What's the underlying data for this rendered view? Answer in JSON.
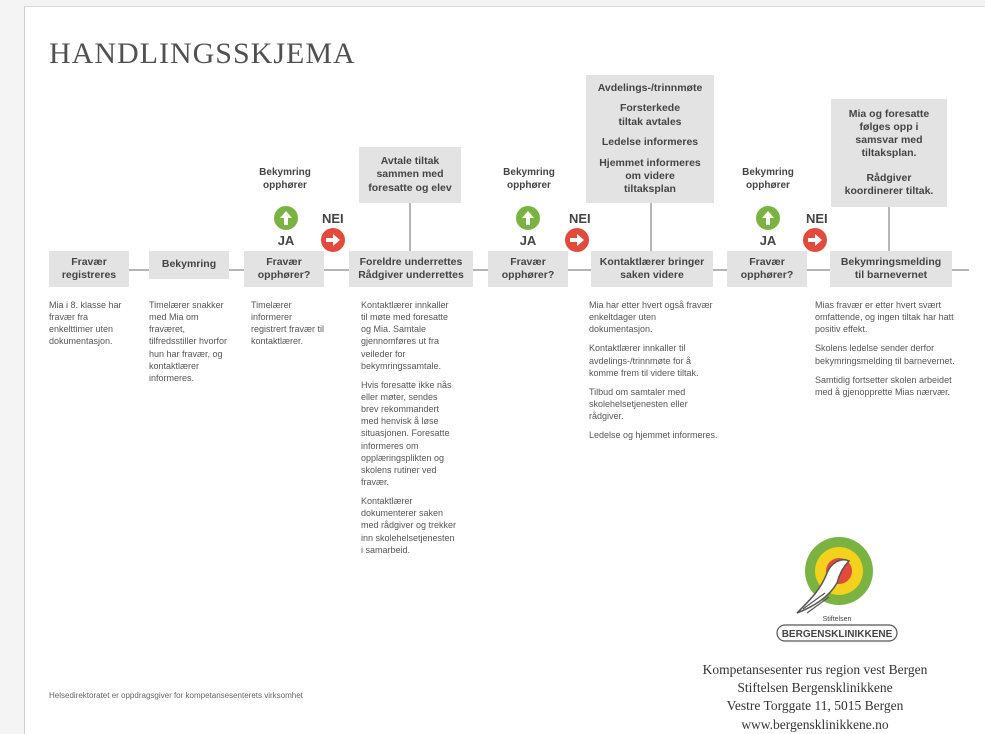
{
  "title": "HANDLINGSSKJEMA",
  "steps": {
    "s1": {
      "lines": [
        "Fravær",
        "registreres"
      ]
    },
    "s2": {
      "lines": [
        "Bekymring"
      ]
    },
    "s3": {
      "lines": [
        "Fravær",
        "opphører?"
      ]
    },
    "s4": {
      "lines": [
        "Foreldre underrettes",
        "Rådgiver underrettes"
      ]
    },
    "s5": {
      "lines": [
        "Fravær",
        "opphører?"
      ]
    },
    "s6": {
      "lines": [
        "Kontaktlærer bringer",
        "saken videre"
      ]
    },
    "s7": {
      "lines": [
        "Fravær",
        "opphører?"
      ]
    },
    "s8": {
      "lines": [
        "Bekymringsmelding",
        "til barnevernet"
      ]
    }
  },
  "upper": {
    "u4": {
      "lines": [
        "Avtale tiltak",
        "sammen med",
        "foresatte og elev"
      ]
    },
    "u6": {
      "lines": [
        "Avdelings-/trinnmøte",
        "Forsterkede",
        "tiltak avtales",
        "Ledelse informeres",
        "Hjemmet informeres",
        "om videre",
        "tiltaksplan"
      ]
    },
    "u8": {
      "lines": [
        "Mia og foresatte",
        "følges opp i",
        "samsvar med",
        "tiltaksplan.",
        "Rådgiver",
        "koordinerer tiltak."
      ]
    }
  },
  "branches": {
    "stop_label": [
      "Bekymring",
      "opphører"
    ],
    "yes": "JA",
    "no": "NEI"
  },
  "descriptions": {
    "d1": [
      "Mia i 8. klasse har fravær fra enkelttimer uten dokumentasjon."
    ],
    "d2": [
      "Timelærer snakker med Mia om fraværet, tilfredsstiller hvorfor hun har fravær, og kontaktlærer informeres."
    ],
    "d3": [
      "Timelærer informerer registrert fravær til kontaktlærer."
    ],
    "d4": [
      "Kontaktlærer innkaller til møte med foresatte og Mia. Samtale gjennomføres ut fra veileder for bekymringssamtale.",
      "Hvis foresatte ikke nås eller møter, sendes brev rekommandert med henvisk å løse situasjonen. Foresatte informeres om opplæringsplikten og skolens rutiner ved fravær.",
      "Kontaktlærer dokumenterer saken med rådgiver og trekker inn skolehelsetjenesten i samarbeid."
    ],
    "d6": [
      "Mia har etter hvert også fravær enkeltdager uten dokumentasjon.",
      "Kontaktlærer innkaller til avdelings-/trinnmøte for å komme frem til videre tiltak.",
      "Tilbud om samtaler med skolehelsetjenesten eller rådgiver.",
      "Ledelse og hjemmet informeres."
    ],
    "d8": [
      "Mias fravær er etter hvert svært omfattende, og ingen tiltak har hatt positiv effekt.",
      "Skolens ledelse sender derfor bekymringsmelding til barnevernet.",
      "Samtidig fortsetter skolen arbeidet med å gjenopprette Mias nærvær."
    ]
  },
  "logo": {
    "top_text": "Stiftelsen",
    "name": "BERGENSKLINIKKENE",
    "colors": {
      "outer": "#7ab342",
      "mid": "#f2d21c",
      "inner": "#e24a3b"
    }
  },
  "contact": [
    "Kompetansesenter rus region vest Bergen",
    "Stiftelsen Bergensklinikkene",
    "Vestre Torggate 11, 5015 Bergen",
    "www.bergensklinikkene.no"
  ],
  "footnote": "Helsedirektoratet er oppdragsgiver for kompetansesenterets virksomhet",
  "colors": {
    "box": "#e3e3e3",
    "line": "#b5b5b5",
    "yes": "#7ab342",
    "no": "#e24a3b"
  }
}
